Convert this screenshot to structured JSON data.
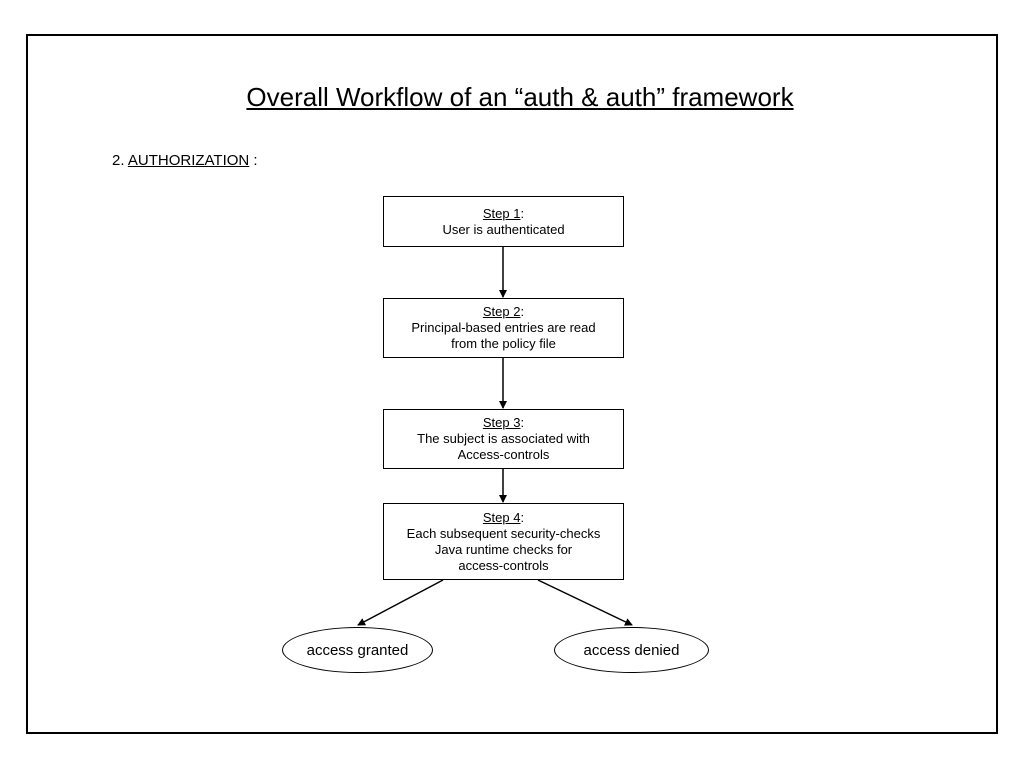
{
  "title": "Overall Workflow of an “auth & auth” framework",
  "section": {
    "number": "2.",
    "label": "AUTHORIZATION",
    "suffix": ":"
  },
  "steps": [
    {
      "heading": "Step 1",
      "colon": ":",
      "lines": [
        "User is authenticated"
      ]
    },
    {
      "heading": "Step 2",
      "colon": ":",
      "lines": [
        "Principal-based entries are read",
        "from the policy file"
      ]
    },
    {
      "heading": "Step 3",
      "colon": ":",
      "lines": [
        "The subject is associated with",
        "Access-controls"
      ]
    },
    {
      "heading": "Step 4",
      "colon": ":",
      "lines": [
        "Each subsequent security-checks",
        "Java runtime checks for",
        "access-controls"
      ]
    }
  ],
  "outcomes": {
    "granted": "access granted",
    "denied": "access denied"
  }
}
